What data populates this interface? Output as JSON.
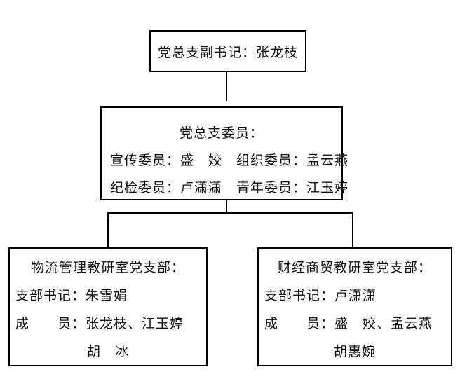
{
  "colors": {
    "background": "#ffffff",
    "box_border": "#000000",
    "connector": "#000000",
    "text": "#111111"
  },
  "diagram": {
    "top_box": {
      "line1": "党总支副书记：张龙枝"
    },
    "middle_box": {
      "line1": "党总支委员：",
      "line2": "宣传委员：盛　姣　组织委员：孟云燕",
      "line3": "纪检委员：卢潇潇　青年委员：江玉婷"
    },
    "left_box": {
      "line1": "物流管理教研室党支部：",
      "line2": "支部书记：朱雪娟",
      "line3": "成　　员：张龙枝、江玉婷",
      "line4": "胡　冰"
    },
    "right_box": {
      "line1": "财经商贸教研室党支部：",
      "line2": "支部书记：卢潇潇",
      "line3": "成　　员：盛　姣、孟云燕",
      "line4": "胡惠婉"
    }
  }
}
